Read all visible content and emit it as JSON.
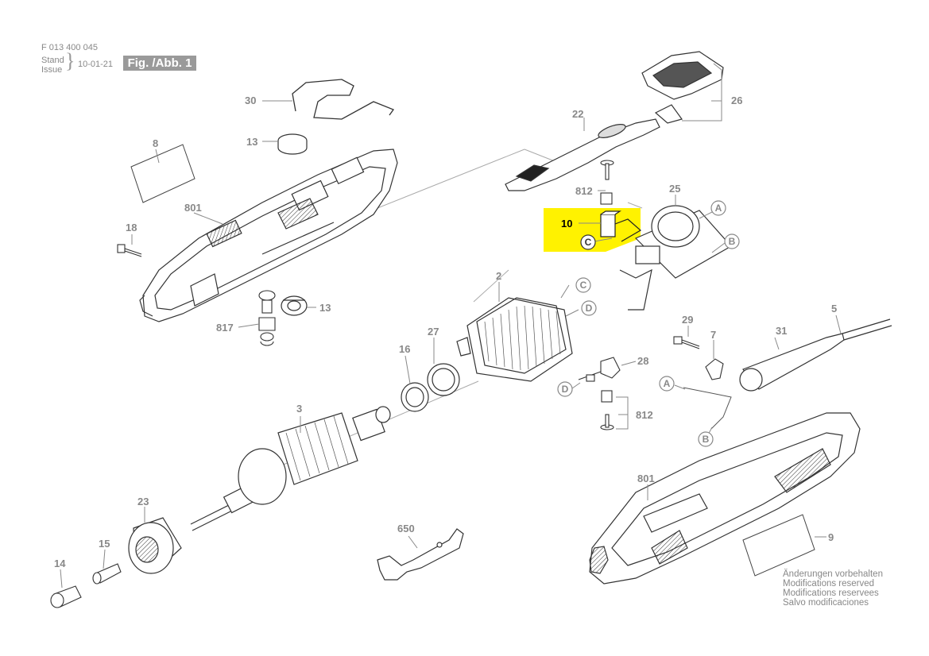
{
  "header": {
    "part_number": "F 013 400 045",
    "stand_label": "Stand",
    "issue_label": "Issue",
    "issue_date": "10-01-21",
    "figure_label": "Fig. /Abb. 1"
  },
  "highlight_color": "#fff200",
  "part_labels": {
    "p30": "30",
    "p13a": "13",
    "p8": "8",
    "p801a": "801",
    "p18": "18",
    "p817": "817",
    "p13b": "13",
    "p22": "22",
    "p26": "26",
    "p812a": "812",
    "p25": "25",
    "p10": "10",
    "p2": "2",
    "p27": "27",
    "p16": "16",
    "p28": "28",
    "p29": "29",
    "p7": "7",
    "p31": "31",
    "p5": "5",
    "p812b": "812",
    "p3": "3",
    "p23": "23",
    "p15": "15",
    "p14": "14",
    "p650": "650",
    "p801b": "801",
    "p9": "9"
  },
  "connector_refs": {
    "A1": "A",
    "B1": "B",
    "C1": "C",
    "C2": "C",
    "D1": "D",
    "D2": "D",
    "A2": "A",
    "B2": "B"
  },
  "notes": [
    "Änderungen vorbehalten",
    "Modifications reserved",
    "Modifications reservees",
    "Salvo modificaciones"
  ]
}
